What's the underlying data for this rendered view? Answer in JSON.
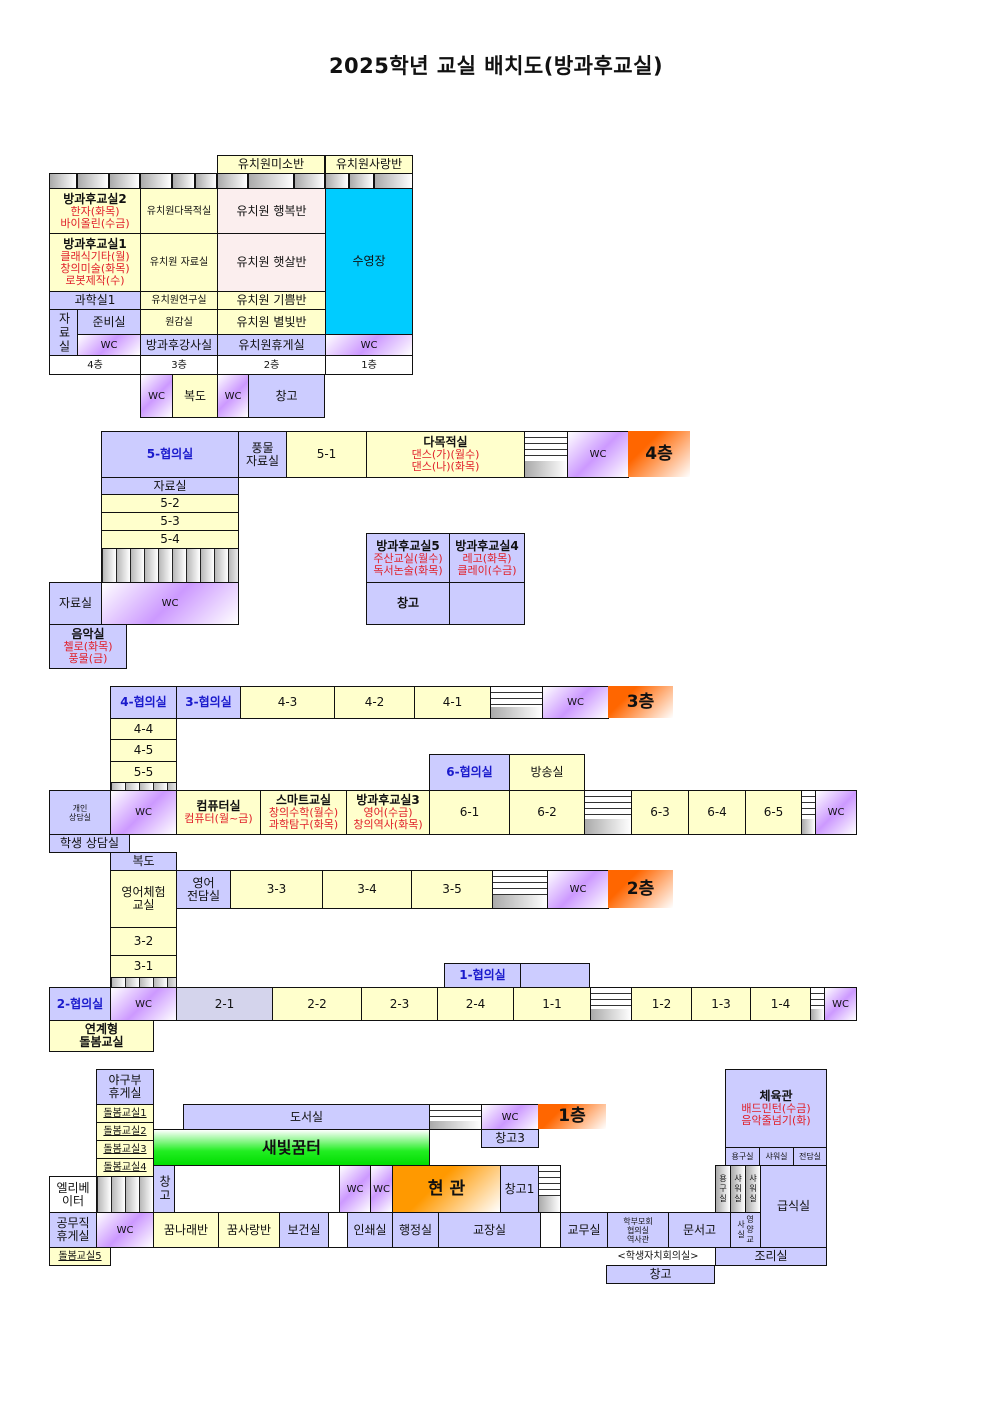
{
  "title": "2025학년 교실 배치도(방과후교실)",
  "rooms": {
    "k_miso": "유치원미소반",
    "k_sarang": "유치원사랑반",
    "ac2": {
      "title": "방과후교실2",
      "sub": "한자(화목)\n바이올린(수금)"
    },
    "k_multi": "유치원다목적실",
    "k_haengbok": "유치원 행복반",
    "pool": "수영장",
    "ac1": {
      "title": "방과후교실1",
      "sub": "클래식기타(월)\n창의미술(화목)\n로봇제작(수)"
    },
    "k_res": "유치원 자료실",
    "k_haetsal": "유치원 햇살반",
    "sci1": "과학실1",
    "k_lab": "유치원연구실",
    "k_gippeum": "유치원 기쁨반",
    "jaryo_v": "자료실",
    "prep": "준비실",
    "vp": "원감실",
    "k_byeolbit": "유치원 별빛반",
    "wc": "WC",
    "ac_teacher": "방과후강사실",
    "k_lounge": "유치원휴게실",
    "leg4": "4층",
    "leg3": "3층",
    "leg2": "2층",
    "leg1": "1층",
    "hall": "복도",
    "storage": "창고",
    "m5": "5-협의실",
    "pungmul": "풍물\n자료실",
    "c51": "5-1",
    "multi": {
      "title": "다목적실",
      "sub": "댄스(가)(월수)\n댄스(나)(화목)"
    },
    "fl4": "4층",
    "jaryo": "자료실",
    "c52": "5-2",
    "c53": "5-3",
    "c54": "5-4",
    "music": {
      "title": "음악실",
      "sub": "첼로(화목)\n풍물(금)"
    },
    "ac5": {
      "title": "방과후교실5",
      "sub": "주산교실(월수)\n독서논술(화목)"
    },
    "ac4": {
      "title": "방과후교실4",
      "sub": "레고(화목)\n클레이(수금)"
    },
    "m4": "4-협의실",
    "m3": "3-협의실",
    "c43": "4-3",
    "c42": "4-2",
    "c41": "4-1",
    "fl3": "3층",
    "c44": "4-4",
    "c45": "4-5",
    "c55": "5-5",
    "m6": "6-협의실",
    "broadcast": "방송실",
    "counsel_p": "개인\n상담실",
    "computer": {
      "title": "컴퓨터실",
      "sub": "컴퓨터(월~금)"
    },
    "smart": {
      "title": "스마트교실",
      "sub": "창의수학(월수)\n과학탐구(화목)"
    },
    "ac3": {
      "title": "방과후교실3",
      "sub": "영어(수금)\n창의역사(화목)"
    },
    "c61": "6-1",
    "c62": "6-2",
    "c63": "6-3",
    "c64": "6-4",
    "c65": "6-5",
    "counsel_s": "학생 상담실",
    "eng_exp": "영어체험\n교실",
    "eng_room": "영어\n전담실",
    "c33": "3-3",
    "c34": "3-4",
    "c35": "3-5",
    "fl2": "2층",
    "c32": "3-2",
    "c31": "3-1",
    "m1": "1-협의실",
    "m2": "2-협의실",
    "c21": "2-1",
    "c22": "2-2",
    "c23": "2-3",
    "c24": "2-4",
    "c11": "1-1",
    "c12": "1-2",
    "c13": "1-3",
    "c14": "1-4",
    "linked_care": "연계형\n돌봄교실",
    "baseball": "야구부\n휴게실",
    "care1": "돌봄교실1",
    "care2": "돌봄교실2",
    "care3": "돌봄교실3",
    "care4": "돌봄교실4",
    "care5": "돌봄교실5",
    "library": "도서실",
    "fl1": "1층",
    "storage3": "창고3",
    "saebit": "새빛꿈터",
    "elevator": "엘리베\n이터",
    "entrance": "현 관",
    "storage1": "창고1",
    "staff_lounge": "공무직\n휴게실",
    "kkumnarae": "꿈나래반",
    "kkumsarang": "꿈사랑반",
    "health": "보건실",
    "print": "인쇄실",
    "admin": "행정실",
    "principal": "교장실",
    "teachers": "교무실",
    "parents": "학부모회\n협의실\n역사관",
    "archive": "문서고",
    "nutrition": "영양교사실",
    "gym": {
      "title": "체육관",
      "sub": "배드민턴(수금)\n음악줄넘기(화)"
    },
    "equip": "용구실",
    "shower": "샤워실",
    "dedicated": "전담실",
    "cafeteria": "급식실",
    "student_council": "<학생자치회의실>",
    "kitchen": "조리실"
  }
}
